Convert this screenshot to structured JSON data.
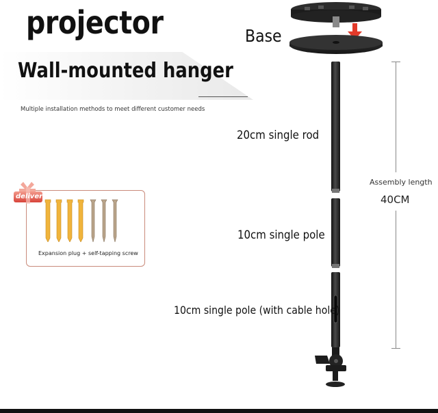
{
  "header": {
    "title": "projector",
    "subtitle": "Wall-mounted hanger",
    "caption": "Multiple installation methods to meet different customer needs"
  },
  "accessories": {
    "tag": "deliver",
    "label": "Expansion plug + self-tapping screw"
  },
  "parts": {
    "base": "Base",
    "rod_20": "20cm single rod",
    "pole_10": "10cm single pole",
    "pole_10_cable": "10cm single pole (with cable hole)"
  },
  "assembly": {
    "label": "Assembly length",
    "value": "40CM"
  },
  "colors": {
    "metal": "#2a2a2a",
    "plug": "#f0b43c",
    "screw": "#b9a48a",
    "arrow": "#e23a2a",
    "box_border": "#c98a7a"
  },
  "icons": [
    "down-arrow-icon",
    "deliver-gift-icon"
  ]
}
